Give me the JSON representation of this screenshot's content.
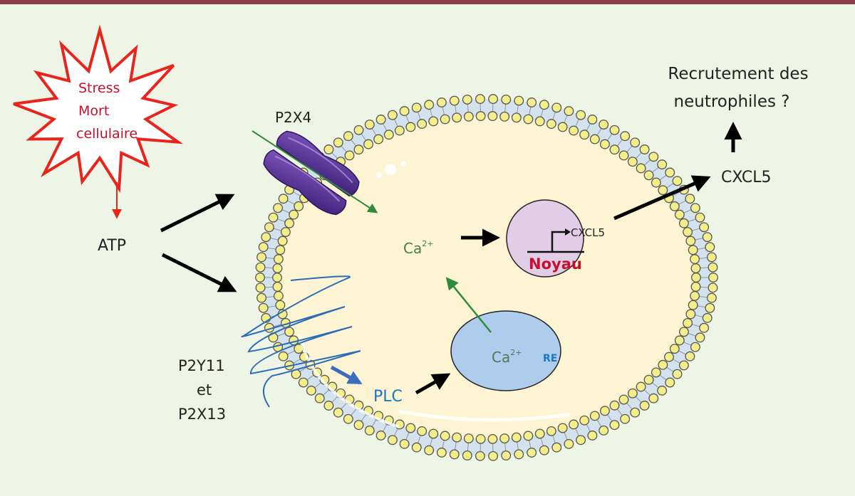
{
  "figure": {
    "header_bar_color": "#8b3c4c",
    "background_color": "#eef5e6"
  },
  "stress_burst": {
    "lines": [
      "Stress",
      "Mort",
      "cellulaire"
    ],
    "color": "#e8241c"
  },
  "labels": {
    "atp": "ATP",
    "p2x4": "P2X4",
    "p2y11_lines": [
      "P2Y11",
      "et",
      "P2X13"
    ],
    "plc": "PLC",
    "calcium_cytosol": {
      "base": "Ca",
      "sup": "2+"
    },
    "calcium_er": {
      "base": "Ca",
      "sup": "2+"
    },
    "er_tag": "RE",
    "nucleus_gene": "CXCL5",
    "nucleus_name": "Noyau",
    "secreted": "CXCL5",
    "outcome_lines": [
      "Recrutement des",
      "neutrophiles ?"
    ]
  },
  "colors": {
    "text_dark": "#222222",
    "calcium_green": "#4d7a52",
    "plc_blue": "#1a78c2",
    "er_tag_blue": "#1a78c2",
    "nucleus_red": "#c8102e",
    "green_arrow": "#2e8b3a",
    "receptor_blue": "#2b6cb8",
    "channel_purple": "#5b3596",
    "cytoplasm": "#fdf4d3",
    "membrane_band": "#d4e2ee",
    "lipid_head": "#f4ee8a",
    "nucleus_fill": "#e2cde6",
    "er_fill": "#aecdec"
  }
}
